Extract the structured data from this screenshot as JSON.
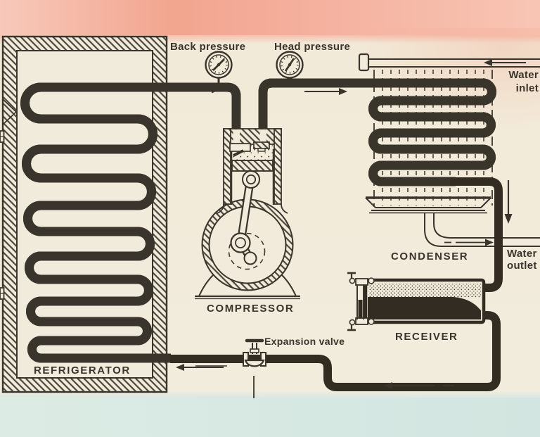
{
  "figure": {
    "type": "refrigeration-cycle-diagram",
    "colors": {
      "ink": "#3a352c",
      "paper": "#f1ebdb",
      "dark_pipe": "#332c22",
      "top_band": "#f5b2a0",
      "bottom_band": "#d6e8e1"
    },
    "labels": {
      "back_pressure": "Back pressure",
      "head_pressure": "Head pressure",
      "water_inlet": [
        "Water",
        "inlet"
      ],
      "water_outlet": [
        "Water",
        "outlet"
      ],
      "condenser": "CONDENSER",
      "receiver": "RECEIVER",
      "compressor": "COMPRESSOR",
      "refrigerator": "REFRIGERATOR",
      "expansion_valve": "Expansion valve"
    }
  }
}
